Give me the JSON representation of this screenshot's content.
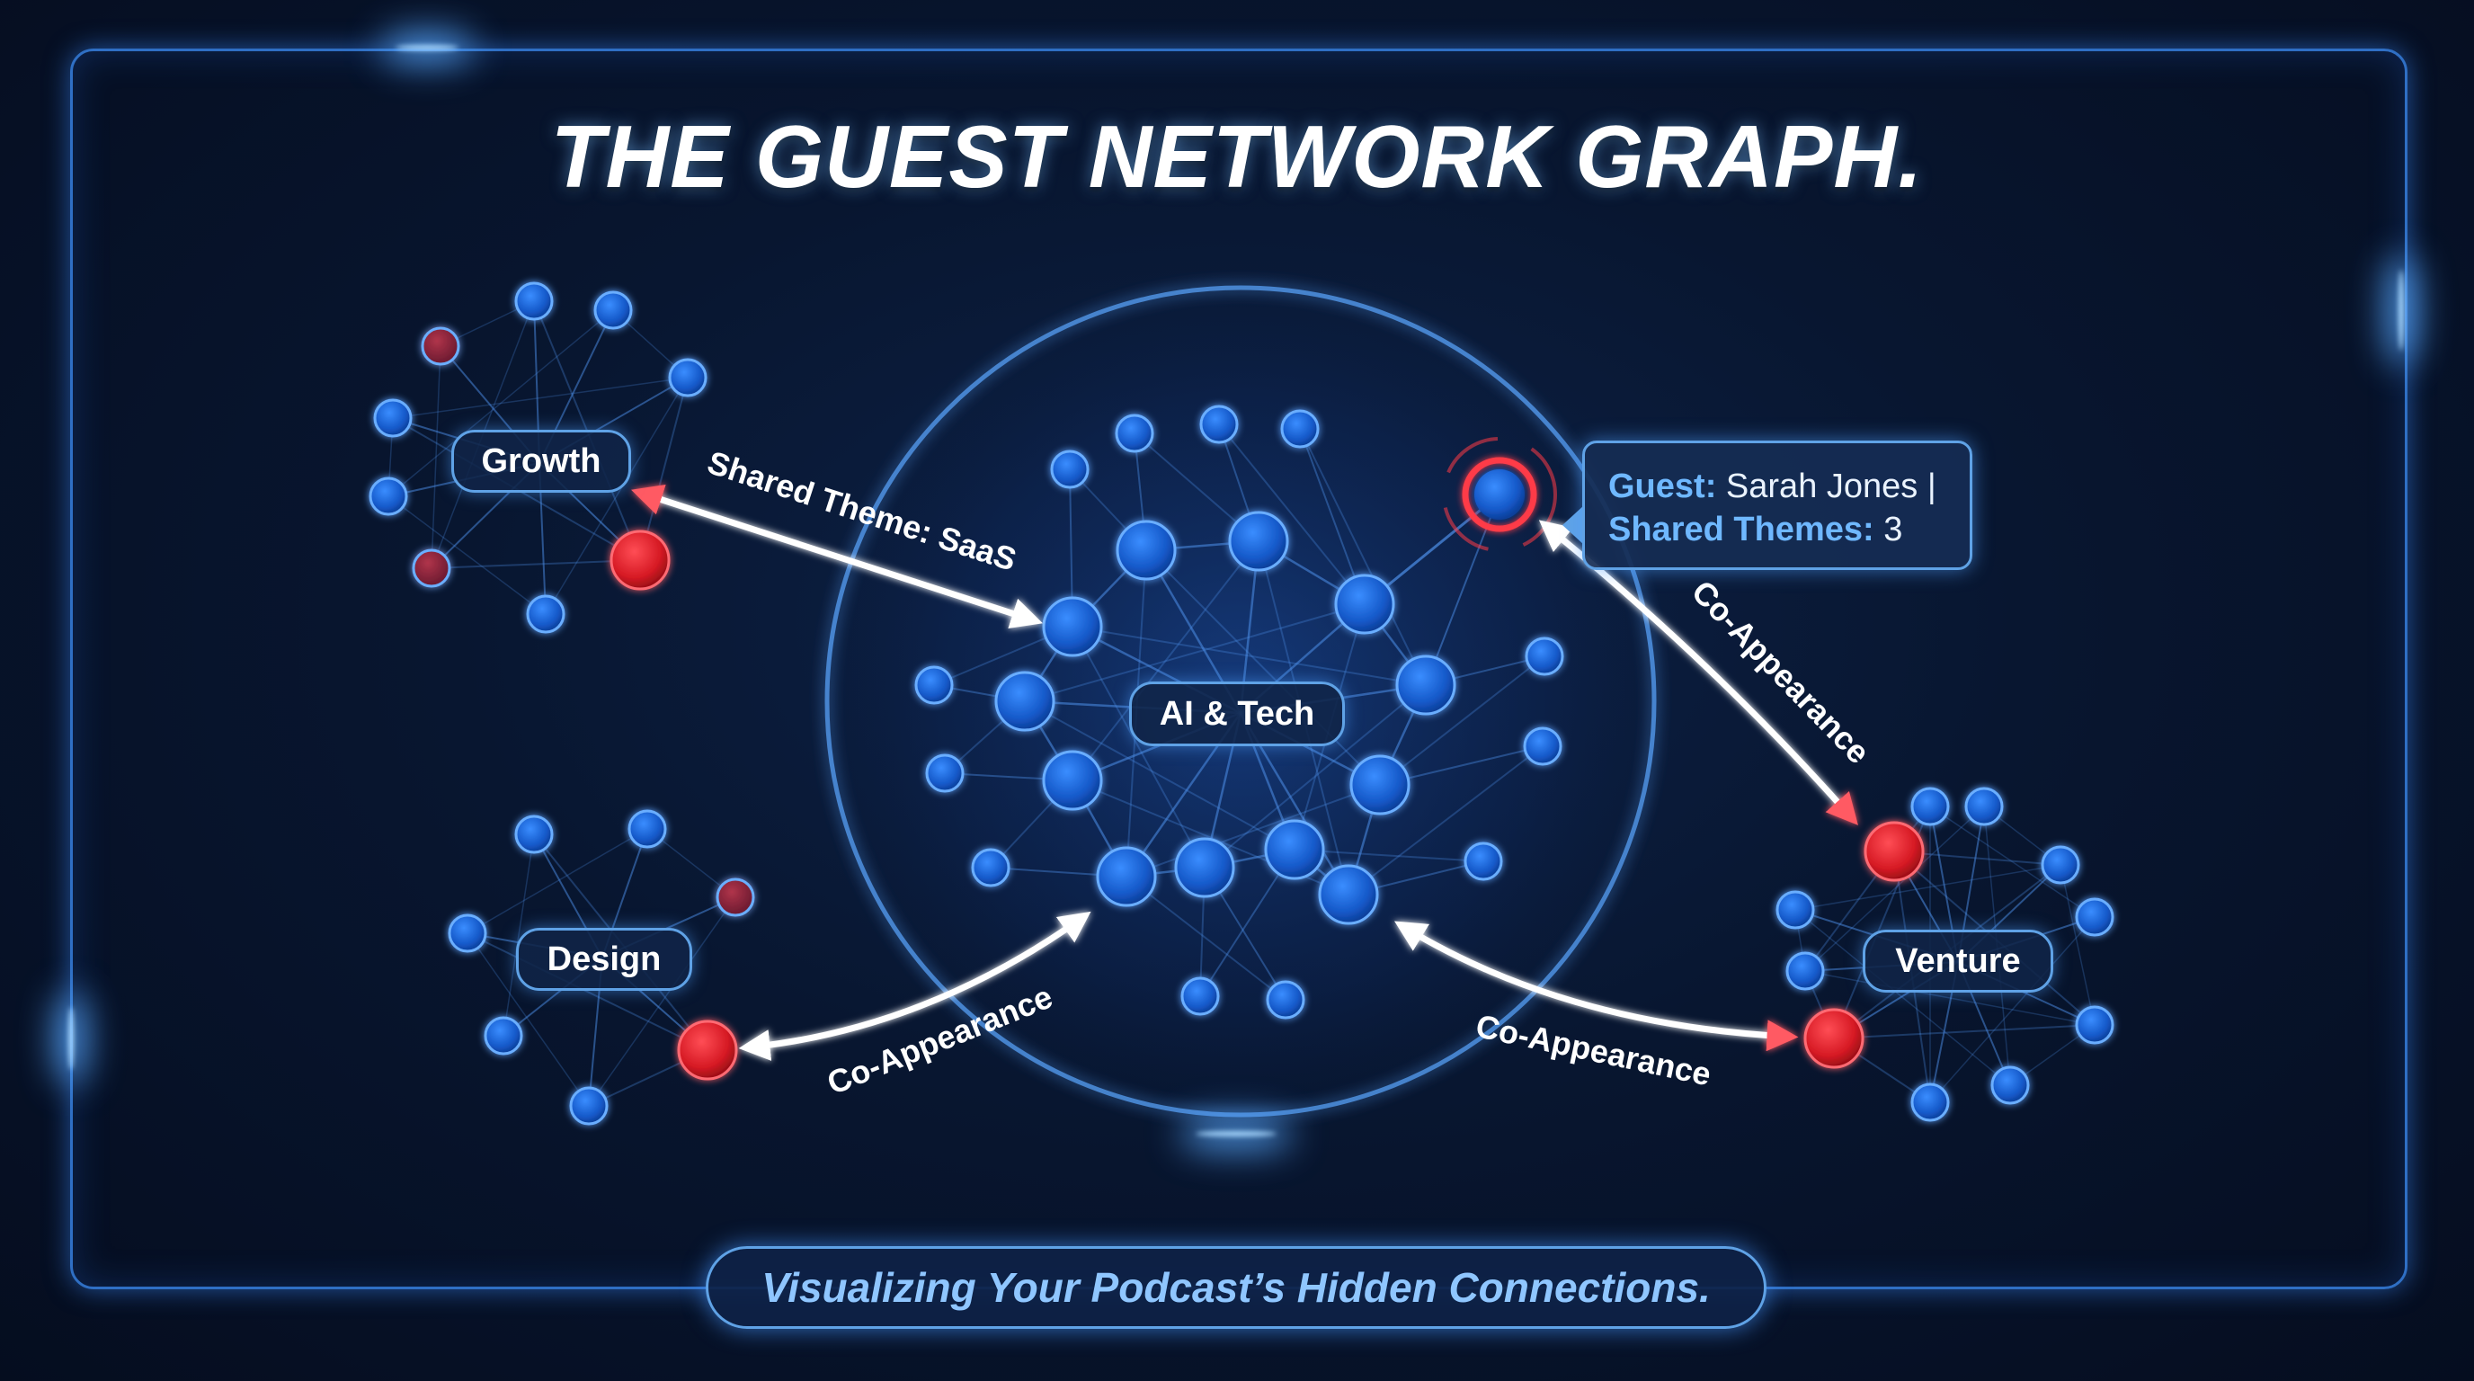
{
  "title": "THE GUEST NETWORK GRAPH.",
  "subtitle": "Visualizing Your Podcast’s Hidden Connections.",
  "clusters": [
    {
      "id": "growth",
      "label": "Growth"
    },
    {
      "id": "ai_tech",
      "label": "AI & Tech"
    },
    {
      "id": "design",
      "label": "Design"
    },
    {
      "id": "venture",
      "label": "Venture"
    }
  ],
  "connections": [
    {
      "from": "growth",
      "to": "ai_tech",
      "label": "Shared Theme: SaaS"
    },
    {
      "from": "ai_tech",
      "to": "design",
      "label": "Co-Appearance"
    },
    {
      "from": "ai_tech",
      "to": "venture",
      "label": "Co-Appearance"
    },
    {
      "from": "highlighted_guest",
      "to": "venture",
      "label": "Co-Appearance"
    }
  ],
  "tooltip": {
    "guest_key": "Guest:",
    "guest_value": "Sarah Jones |",
    "themes_key": "Shared Themes:",
    "themes_value": "3"
  },
  "colors": {
    "background": "#050d1f",
    "node": "#1f6fe0",
    "highlight_node": "#e8262f",
    "edge": "#4d8fe8",
    "accent": "#6fb8ff"
  }
}
